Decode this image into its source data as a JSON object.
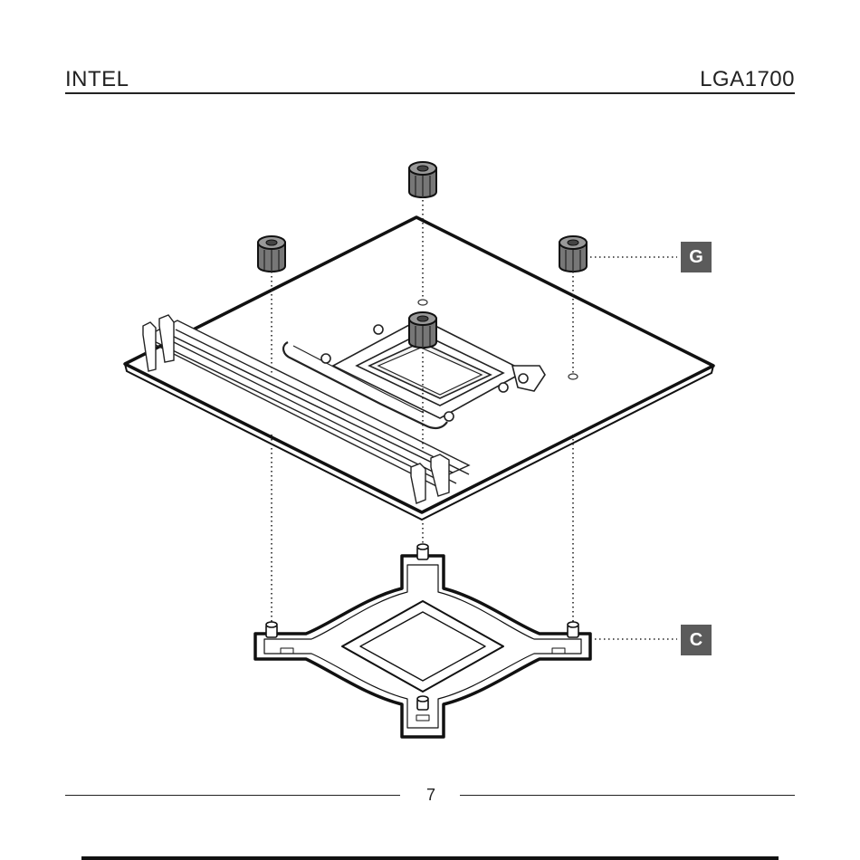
{
  "header": {
    "left_title": "INTEL",
    "right_title": "LGA1700"
  },
  "labels": {
    "standoff": "G",
    "backplate": "C"
  },
  "footer": {
    "page_number": "7"
  },
  "colors": {
    "label_bg": "#5b5b5b",
    "standoff_fill": "#777777",
    "line": "#111111"
  },
  "icons": {
    "standoff": "standoff-icon",
    "backplate": "backplate-icon",
    "motherboard": "motherboard-icon",
    "cpu_socket": "cpu-socket-icon"
  }
}
